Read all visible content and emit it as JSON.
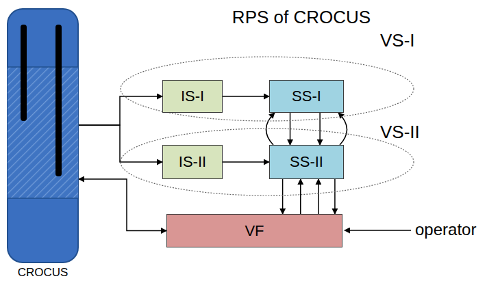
{
  "diagram": {
    "title": "RPS of CROCUS",
    "nodes": [
      {
        "text": [
          "CROCUS"
        ]
      },
      {
        "text": [
          "VS-I"
        ]
      },
      {
        "text": [
          "IS-I"
        ],
        "in": 1
      },
      {
        "text": [
          "SS-I"
        ],
        "in": 1
      },
      {
        "text": [
          "VS-II"
        ]
      },
      {
        "text": [
          "IS-II"
        ],
        "in": 4
      },
      {
        "text": [
          "SS-II"
        ],
        "in": 4
      },
      {
        "text": [
          "VF"
        ]
      }
    ],
    "edges": [
      {
        "from": 0,
        "to": 2,
        "arrow": "to"
      },
      {
        "from": 0,
        "to": 5,
        "arrow": "to"
      },
      {
        "from": 2,
        "to": 3,
        "arrow": "to"
      },
      {
        "from": 5,
        "to": 6,
        "arrow": "to"
      },
      {
        "from": 3,
        "to": 6,
        "arrow": "to"
      },
      {
        "from": 3,
        "to": 6,
        "arrow": "to"
      },
      {
        "from": 6,
        "to": 3,
        "arrow": "to"
      },
      {
        "from": 6,
        "to": 3,
        "arrow": "to"
      },
      {
        "from": 6,
        "to": 7,
        "arrow": "to"
      },
      {
        "from": 7,
        "to": 6,
        "arrow": "to"
      },
      {
        "from": 7,
        "to": 6,
        "arrow": "to"
      },
      {
        "from": 6,
        "to": 7,
        "arrow": "to"
      },
      {
        "from": 7,
        "to": 0,
        "arrow": "both"
      }
    ],
    "labels": [
      "operator"
    ]
  }
}
